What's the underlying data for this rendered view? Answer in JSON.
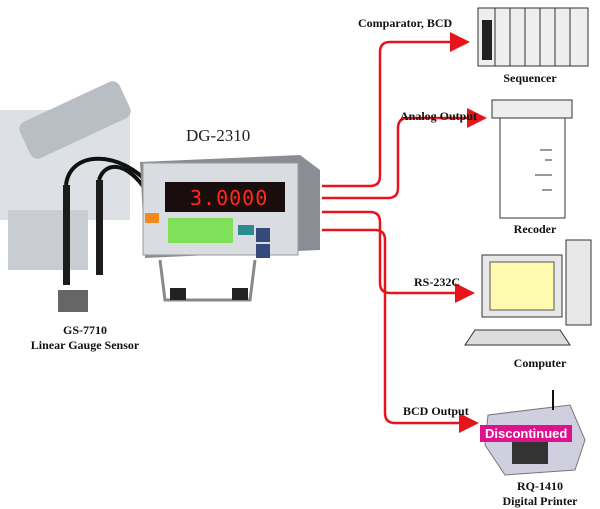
{
  "device": {
    "title": "DG-2310",
    "display_value": "3.0000"
  },
  "sensor": {
    "model": "GS-7710",
    "name": "Linear Gauge Sensor"
  },
  "outputs": [
    {
      "signal": "Comparator, BCD",
      "target": "Sequencer"
    },
    {
      "signal": "Analog Output",
      "target": "Recoder"
    },
    {
      "signal": "RS-232C",
      "target": "Computer"
    },
    {
      "signal": "BCD Output",
      "target_model": "RQ-1410",
      "target": "Digital Printer",
      "badge": "Discontinued"
    }
  ],
  "colors": {
    "arrow": "#e8141c",
    "badge": "#e0118c",
    "display": "#ff2a1a",
    "lcd": "#7fe05a"
  }
}
